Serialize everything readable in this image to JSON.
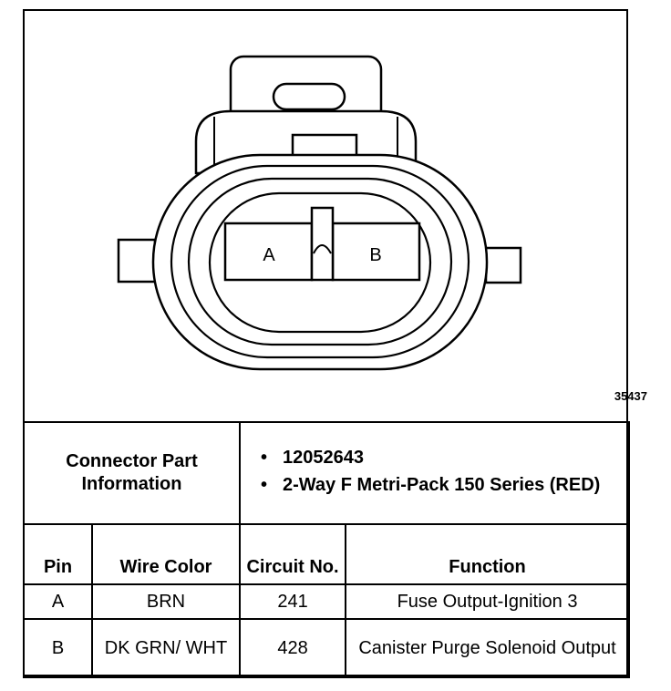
{
  "figure": {
    "pin_labels": [
      "A",
      "B"
    ],
    "figure_number": "35437"
  },
  "connector": {
    "label": "Connector Part Information",
    "info": [
      "12052643",
      "2-Way F Metri-Pack 150 Series (RED)"
    ]
  },
  "table": {
    "headers": {
      "pin": "Pin",
      "wire_color": "Wire Color",
      "circuit_no": "Circuit No.",
      "function": "Function"
    },
    "rows": [
      {
        "pin": "A",
        "wire_color": "BRN",
        "circuit": "241",
        "function": "Fuse Output-Ignition 3"
      },
      {
        "pin": "B",
        "wire_color": "DK GRN/ WHT",
        "circuit": "428",
        "function": "Canister Purge Solenoid Output"
      }
    ]
  }
}
